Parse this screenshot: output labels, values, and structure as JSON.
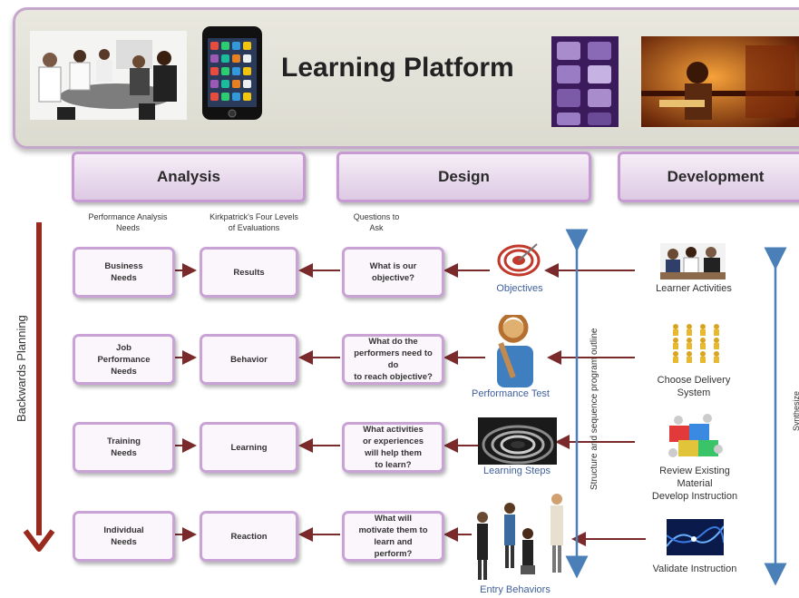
{
  "banner": {
    "title": "Learning Platform"
  },
  "phases": [
    "Analysis",
    "Design",
    "Development"
  ],
  "column_headers": [
    "Performance Analysis\nNeeds",
    "Kirkpatrick's Four Levels\nof Evaluations",
    "Questions to\nAsk"
  ],
  "rows": [
    {
      "need": "Business\nNeeds",
      "level": "Results",
      "question": "What is our\nobjective?",
      "design_label": "Objectives",
      "dev_label": "Learner Activities"
    },
    {
      "need": "Job\nPerformance\nNeeds",
      "level": "Behavior",
      "question": "What do the\nperformers need to\ndo\nto reach objective?",
      "design_label": "Performance Test",
      "dev_label": "Choose Delivery\nSystem"
    },
    {
      "need": "Training\nNeeds",
      "level": "Learning",
      "question": "What activities\nor experiences\nwill help them\nto learn?",
      "design_label": "Learning Steps",
      "dev_label": "Review Existing\nMaterial\nDevelop Instruction"
    },
    {
      "need": "Individual\nNeeds",
      "level": "Reaction",
      "question": "What will\nmotivate them to\nlearn and\nperform?",
      "design_label": "Entry Behaviors",
      "dev_label": "Validate Instruction"
    }
  ],
  "side_labels": {
    "left": "Backwards  Planning",
    "middle": "Structure  and  sequence  program  outline",
    "right": "Synthesize"
  },
  "colors": {
    "arrow": "#7a2a2a",
    "blue_arrow": "#4a7fb8",
    "box_border": "#c9a3d6",
    "label_blue": "#3f5f9c"
  }
}
